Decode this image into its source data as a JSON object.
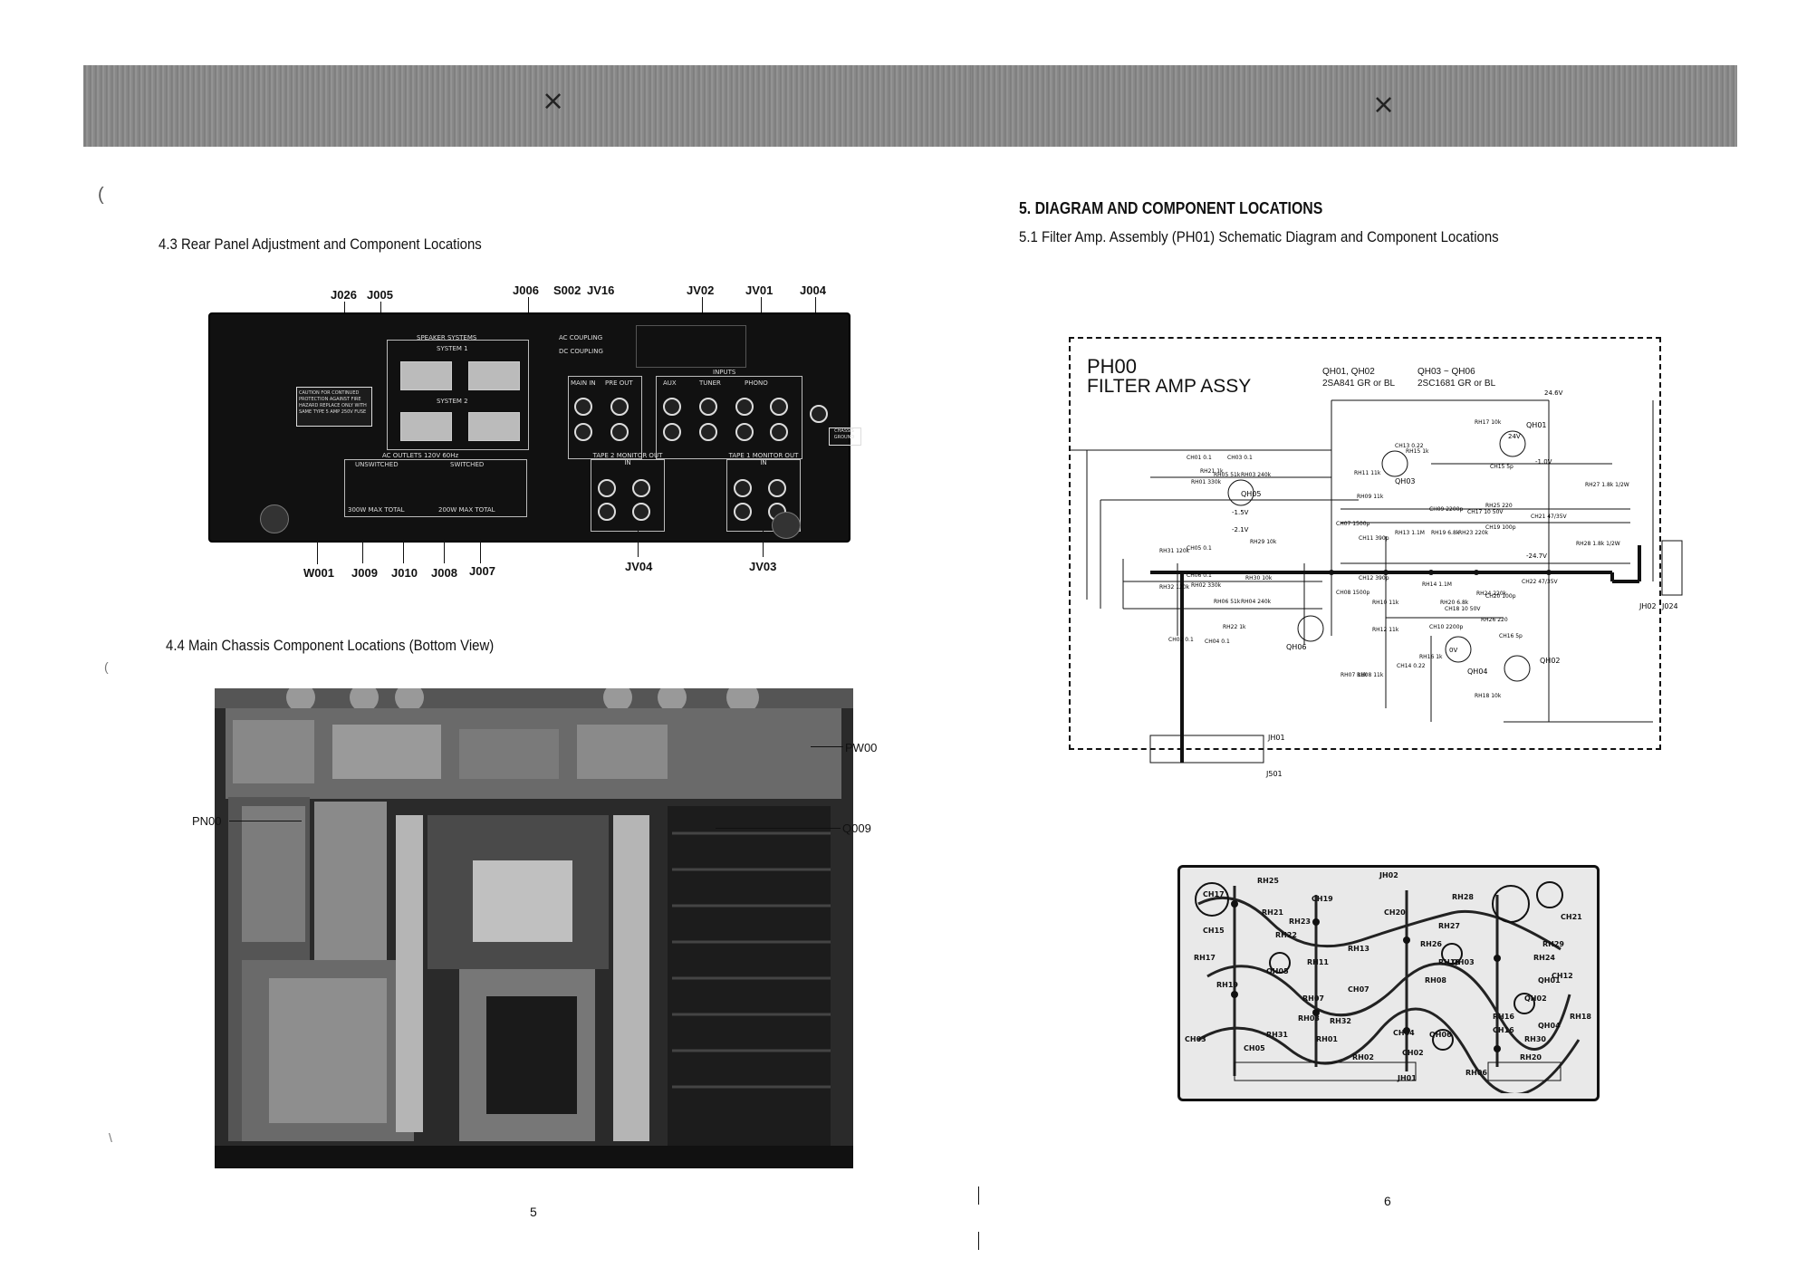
{
  "left_page": {
    "section_title": "4.3 Rear Panel Adjustment and Component Locations",
    "rear_panel_labels_top": [
      "J026",
      "J005",
      "J006",
      "S002",
      "JV16",
      "JV02",
      "JV01",
      "J004"
    ],
    "rear_panel_labels_bottom": [
      "W001",
      "J009",
      "J010",
      "J008",
      "J007",
      "JV04",
      "JV03"
    ],
    "panel_text": {
      "speaker_systems": "SPEAKER SYSTEMS",
      "system1": "SYSTEM 1",
      "system2": "SYSTEM 2",
      "ac_outlets": "AC OUTLETS 120V 60Hz",
      "unswitched": "UNSWITCHED",
      "switched": "SWITCHED",
      "max300": "300W MAX TOTAL",
      "max200": "200W MAX TOTAL",
      "ac_coupling": "AC COUPLING",
      "dc_coupling": "DC COUPLING",
      "inputs": "INPUTS",
      "main_in": "MAIN IN",
      "pre_out": "PRE OUT",
      "aux": "AUX",
      "tuner": "TUNER",
      "phono": "PHONO",
      "tape2": "TAPE 2 MONITOR OUT IN",
      "tape1": "TAPE 1 MONITOR OUT IN",
      "chassis_ground": "CHASSIS GROUND",
      "caution": "CAUTION FOR CONTINUED PROTECTION AGAINST FIRE HAZARD REPLACE ONLY WITH SAME TYPE 5 AMP 250V FUSE"
    },
    "section2_title": "4.4 Main Chassis Component Locations (Bottom View)",
    "chassis_labels": [
      "PW00",
      "PN00",
      "Q009"
    ],
    "page_number": "5"
  },
  "right_page": {
    "section_heading": "5. DIAGRAM AND COMPONENT LOCATIONS",
    "subsection_title": "5.1 Filter Amp. Assembly (PH01) Schematic Diagram and Component Locations",
    "schematic": {
      "title_line1": "PH00",
      "title_line2": "FILTER AMP ASSY",
      "note1_a": "QH01, QH02",
      "note1_b": "2SA841 GR or BL",
      "note2_a": "QH03 ~ QH06",
      "note2_b": "2SC1681 GR or BL",
      "connectors": [
        "JH01",
        "J501",
        "JH02",
        "J024"
      ],
      "transistors": [
        "QH01",
        "QH02",
        "QH03",
        "QH04",
        "QH05",
        "QH06"
      ],
      "voltages": [
        "24.6V",
        "24V",
        "-1.0V",
        "-1.5V",
        "-2.1V",
        "0V",
        "-24.7V"
      ],
      "components": [
        "RH01 330k",
        "RH02 330k",
        "RH03 240k",
        "RH04 240k",
        "RH05 51k",
        "RH06 51k",
        "RH07 11k",
        "RH08 11k",
        "RH09 11k",
        "RH10 11k",
        "RH11 11k",
        "RH12 11k",
        "RH13 1.1M",
        "RH14 1.1M",
        "RH15 1k",
        "RH16 1k",
        "RH17 10k",
        "RH18 10k",
        "RH19 6.8k",
        "RH20 6.8k",
        "RH21 1k",
        "RH22 1k",
        "RH23 220k",
        "RH24 220k",
        "RH25 220",
        "RH26 220",
        "RH27 1.8k 1/2W",
        "RH28 1.8k 1/2W",
        "RH29 10k",
        "RH30 10k",
        "RH31 120k",
        "RH32 120k",
        "CH01 0.1",
        "CH02 0.1",
        "CH03 0.1",
        "CH04 0.1",
        "CH05 0.1",
        "CH06 0.1",
        "CH07 1500p",
        "CH08 1500p",
        "CH09 2200p",
        "CH10 2200p",
        "CH11 390p",
        "CH12 390p",
        "CH13 0.22",
        "CH14 0.22",
        "CH15 5p",
        "CH16 5p",
        "CH17 10 50V",
        "CH18 10 50V",
        "CH19 100p",
        "CH20 100p",
        "CH21 47/35V",
        "CH22 47/35V"
      ]
    },
    "pcb_labels": [
      "RH25",
      "JH02",
      "CH19",
      "RH23",
      "RH28",
      "CH21",
      "CH17",
      "RH21",
      "CH20",
      "RH27",
      "RH29",
      "CH15",
      "RH22",
      "RH13",
      "RH24",
      "RH17",
      "RH26",
      "RH10",
      "CH12",
      "RH11",
      "RH08",
      "RH19",
      "RH07",
      "CH07",
      "RH03",
      "RH32",
      "RH16",
      "CH16",
      "RH18",
      "RH31",
      "CH05",
      "RH01",
      "CH04",
      "QH06",
      "RH30",
      "CH03",
      "RH02",
      "CH02",
      "JH01",
      "RH06",
      "RH20",
      "QH01",
      "QH02",
      "QH05",
      "QH03",
      "QH04"
    ],
    "page_number": "6"
  }
}
